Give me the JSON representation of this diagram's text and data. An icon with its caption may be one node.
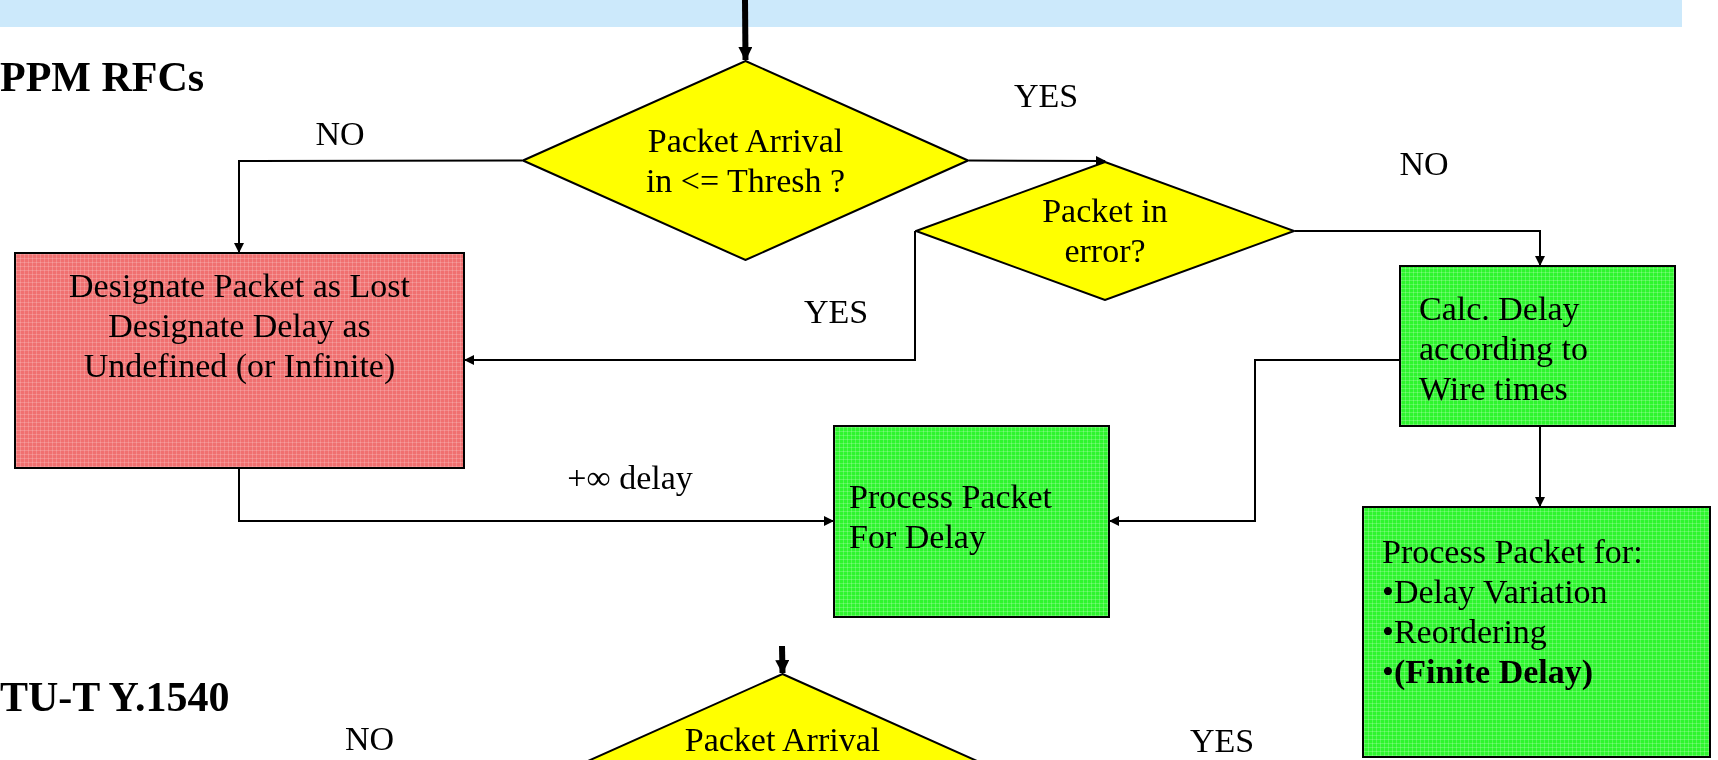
{
  "diagram": {
    "nodes": [
      {
        "text": [
          "Packet Arrival in <= Thresh ?"
        ]
      },
      {
        "text": [
          "Designate Packet as Lost",
          "Designate Delay as Undefined (or Infinite)"
        ]
      },
      {
        "text": [
          "Packet in error?"
        ]
      },
      {
        "text": [
          "Calc. Delay according to Wire times"
        ]
      },
      {
        "text": [
          "Process Packet For Delay"
        ]
      },
      {
        "text": [
          "Process Packet for:",
          "•Delay Variation",
          "•Reordering",
          "•**(Finite Delay)**"
        ]
      },
      {
        "text": [
          "Packet Arrival"
        ]
      }
    ],
    "edges": [
      {
        "from": null,
        "to": 0,
        "arrow": "to",
        "style": "thick"
      },
      {
        "from": 0,
        "to": 1,
        "arrow": "to",
        "label": "NO"
      },
      {
        "from": 0,
        "to": 2,
        "arrow": "to",
        "label": "YES"
      },
      {
        "from": 2,
        "to": 3,
        "arrow": "to",
        "label": "NO"
      },
      {
        "from": 2,
        "to": 1,
        "arrow": "to",
        "label": "YES"
      },
      {
        "from": 1,
        "to": 4,
        "arrow": "to",
        "label": "+∞ delay"
      },
      {
        "from": 3,
        "to": 4,
        "arrow": "to"
      },
      {
        "from": 3,
        "to": 5,
        "arrow": "to"
      },
      {
        "from": null,
        "to": 6,
        "arrow": "to",
        "style": "thick"
      }
    ],
    "labels": [
      "PPM RFCs",
      "TU-T Y.1540",
      "NO",
      "YES"
    ]
  }
}
